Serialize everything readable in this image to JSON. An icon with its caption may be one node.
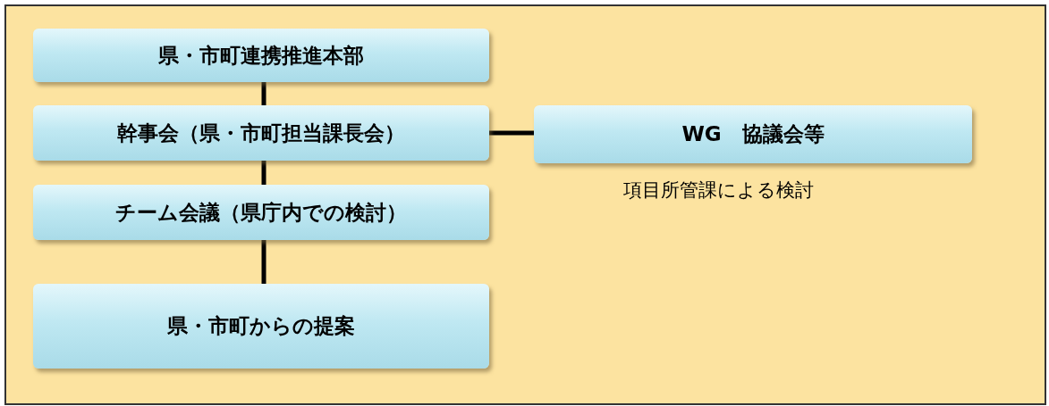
{
  "diagram": {
    "nodes": [
      {
        "text": [
          "県・市町連携推進本部"
        ]
      },
      {
        "text": [
          "幹事会（県・市町担当課長会）"
        ]
      },
      {
        "text": [
          "チーム会議（県庁内での検討）"
        ]
      },
      {
        "text": [
          "県・市町からの提案"
        ]
      },
      {
        "text": [
          "WG　協議会等"
        ],
        "beside": [
          "項目所管課による検討"
        ]
      }
    ],
    "edges": [
      {
        "from": 0,
        "to": 1,
        "arrow": "none"
      },
      {
        "from": 1,
        "to": 2,
        "arrow": "none"
      },
      {
        "from": 2,
        "to": 3,
        "arrow": "none"
      },
      {
        "from": 1,
        "to": 4,
        "arrow": "none"
      }
    ]
  }
}
